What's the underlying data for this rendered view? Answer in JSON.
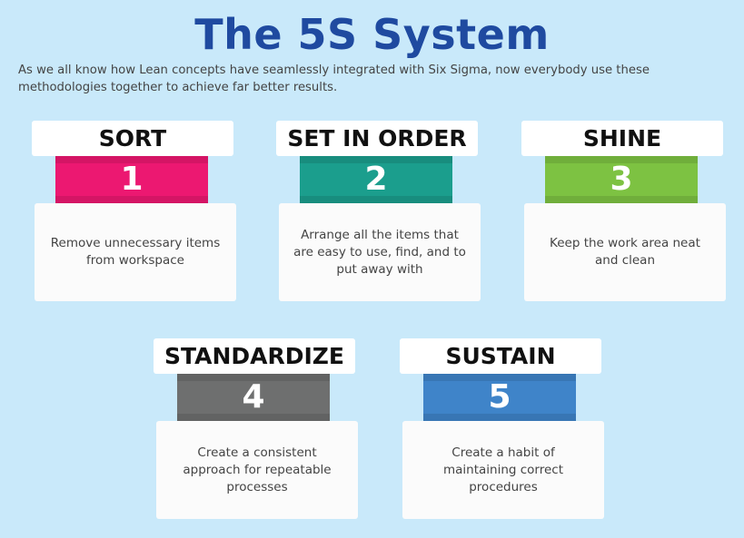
{
  "title": "The 5S System",
  "intro": "As we all know how Lean concepts have seamlessly integrated with Six Sigma, now everybody use these methodologies together to achieve far better results.",
  "steps": [
    {
      "name": "SORT",
      "number": "1",
      "description": "Remove unnecessary items from workspace",
      "color": "#ec1871"
    },
    {
      "name": "SET IN ORDER",
      "number": "2",
      "description": "Arrange all the items that are easy to use, find, and to put away with",
      "color": "#1b9e8d"
    },
    {
      "name": "SHINE",
      "number": "3",
      "description": "Keep the work area neat and clean",
      "color": "#7dc242"
    },
    {
      "name": "STANDARDIZE",
      "number": "4",
      "description": "Create a consistent approach for repeatable processes",
      "color": "#6e6f6f"
    },
    {
      "name": "SUSTAIN",
      "number": "5",
      "description": "Create a habit of maintaining correct procedures",
      "color": "#3f84c9"
    }
  ]
}
